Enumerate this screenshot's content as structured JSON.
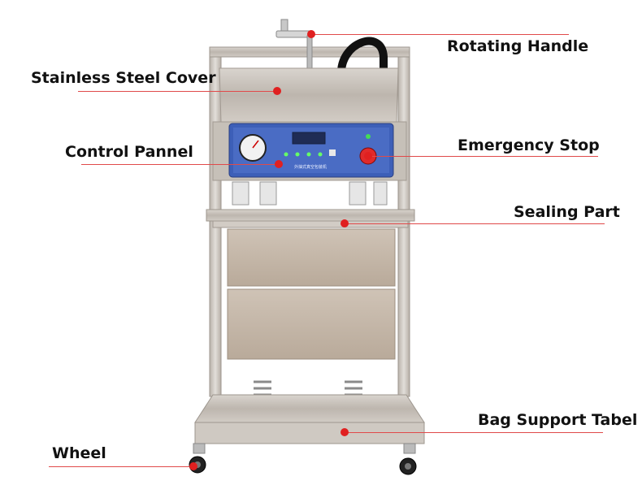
{
  "callouts": {
    "rotating_handle": "Rotating Handle",
    "stainless_steel_cover": "Stainless Steel Cover",
    "control_pannel": "Control Pannel",
    "emergency_stop": "Emergency Stop",
    "sealing_part": "Sealing Part",
    "bag_support_tabel": "Bag Support Tabel",
    "wheel": "Wheel"
  },
  "panel_plate_text": "外抽式真空包装机",
  "colors": {
    "callout_line": "#e04a4a",
    "callout_dot": "#e02020",
    "panel_blue": "#3d5fb8",
    "steel": "#c9c3bc"
  }
}
